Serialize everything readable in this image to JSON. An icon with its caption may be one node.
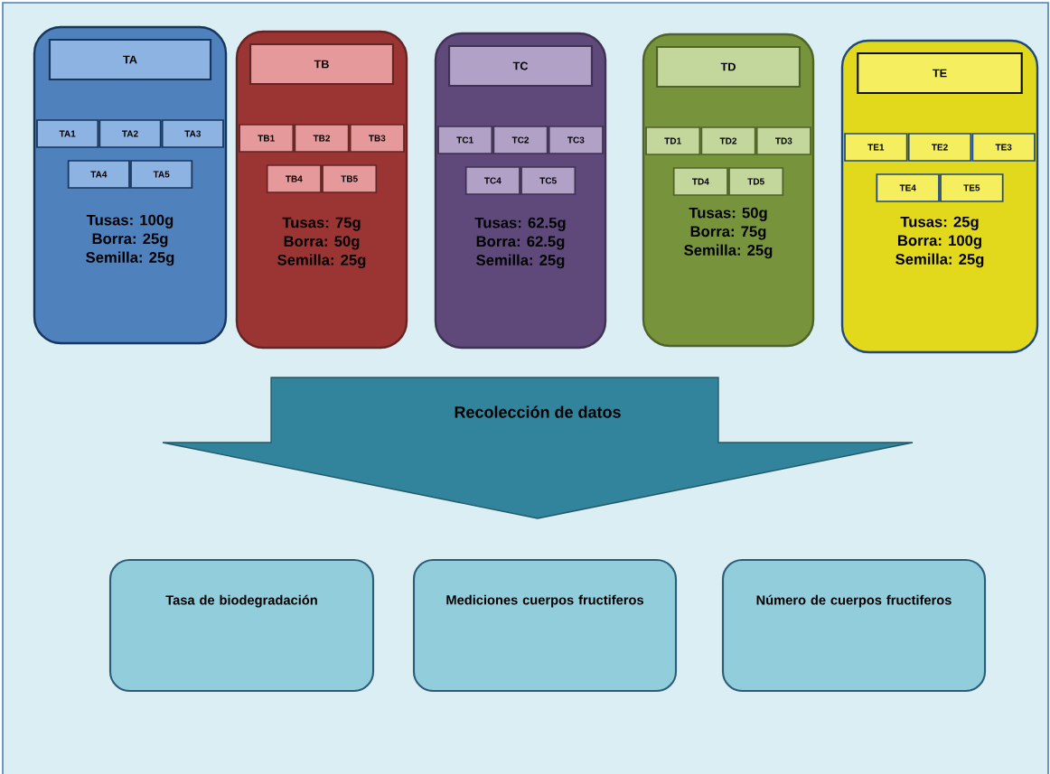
{
  "diagram": {
    "nodes": [
      {
        "text": [
          "Tusas: 100g",
          "Borra: 25g",
          "Semilla: 25g"
        ]
      },
      {
        "text": [
          "TA"
        ],
        "in": 0
      },
      {
        "text": [
          "TA1"
        ],
        "in": 0
      },
      {
        "text": [
          "TA2"
        ],
        "in": 0
      },
      {
        "text": [
          "TA3"
        ],
        "in": 0
      },
      {
        "text": [
          "TA4"
        ],
        "in": 0
      },
      {
        "text": [
          "TA5"
        ],
        "in": 0
      },
      {
        "text": [
          "Tusas: 75g",
          "Borra: 50g",
          "Semilla: 25g"
        ]
      },
      {
        "text": [
          "TB"
        ],
        "in": 7
      },
      {
        "text": [
          "TB1"
        ],
        "in": 7
      },
      {
        "text": [
          "TB2"
        ],
        "in": 7
      },
      {
        "text": [
          "TB3"
        ],
        "in": 7
      },
      {
        "text": [
          "TB4"
        ],
        "in": 7
      },
      {
        "text": [
          "TB5"
        ],
        "in": 7
      },
      {
        "text": [
          "Tusas: 62.5g",
          "Borra: 62.5g",
          "Semilla: 25g"
        ]
      },
      {
        "text": [
          "TC"
        ],
        "in": 14
      },
      {
        "text": [
          "TC1"
        ],
        "in": 14
      },
      {
        "text": [
          "TC2"
        ],
        "in": 14
      },
      {
        "text": [
          "TC3"
        ],
        "in": 14
      },
      {
        "text": [
          "TC4"
        ],
        "in": 14
      },
      {
        "text": [
          "TC5"
        ],
        "in": 14
      },
      {
        "text": [
          "Tusas: 50g",
          "Borra: 75g",
          "Semilla: 25g"
        ]
      },
      {
        "text": [
          "TD"
        ],
        "in": 21
      },
      {
        "text": [
          "TD1"
        ],
        "in": 21
      },
      {
        "text": [
          "TD2"
        ],
        "in": 21
      },
      {
        "text": [
          "TD3"
        ],
        "in": 21
      },
      {
        "text": [
          "TD4"
        ],
        "in": 21
      },
      {
        "text": [
          "TD5"
        ],
        "in": 21
      },
      {
        "text": [
          "Tusas: 25g",
          "Borra: 100g",
          "Semilla: 25g"
        ]
      },
      {
        "text": [
          "TE"
        ],
        "in": 28
      },
      {
        "text": [
          "TE1"
        ],
        "in": 28
      },
      {
        "text": [
          "TE2"
        ],
        "in": 28
      },
      {
        "text": [
          "TE3"
        ],
        "in": 28
      },
      {
        "text": [
          "TE4"
        ],
        "in": 28
      },
      {
        "text": [
          "TE5"
        ],
        "in": 28
      },
      {
        "text": [
          "Recolección de datos"
        ]
      },
      {
        "text": [
          "Tasa de biodegradación"
        ]
      },
      {
        "text": [
          "Mediciones cuerpos fructiferos"
        ]
      },
      {
        "text": [
          "Número de cuerpos fructiferos"
        ]
      }
    ]
  }
}
